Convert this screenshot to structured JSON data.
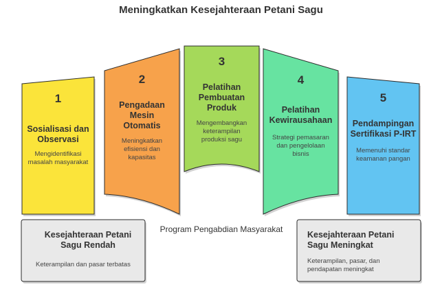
{
  "title": "Meningkatkan Kesejahteraan Petani Sagu",
  "colors": {
    "step1": "#fbe43a",
    "step2": "#f7a24b",
    "step3": "#a5d95a",
    "step4": "#67e3a1",
    "step5": "#62c4f2",
    "box": "#e9e9e9"
  },
  "steps": [
    {
      "number": "1",
      "heading": "Sosialisasi dan Observasi",
      "description": "Mengidentifikasi masalah masyarakat"
    },
    {
      "number": "2",
      "heading": "Pengadaan Mesin Otomatis",
      "description": "Meningkatkan efisiensi dan kapasitas"
    },
    {
      "number": "3",
      "heading": "Pelatihan Pembuatan Produk",
      "description": "Mengembangkan keterampilan produksi sagu"
    },
    {
      "number": "4",
      "heading": "Pelatihan Kewirausahaan",
      "description": "Strategi pemasaran dan pengelolaan bisnis"
    },
    {
      "number": "5",
      "heading": "Pendampingan Sertifikasi P-IRT",
      "description": "Memenuhi standar keamanan pangan"
    }
  ],
  "center_label": "Program Pengabdian Masyarakat",
  "left_box": {
    "title": "Kesejahteraan Petani Sagu Rendah",
    "description": "Keterampilan dan pasar terbatas"
  },
  "right_box": {
    "title": "Kesejahteraan Petani Sagu Meningkat",
    "description": "Keterampilan, pasar, dan pendapatan meningkat"
  }
}
